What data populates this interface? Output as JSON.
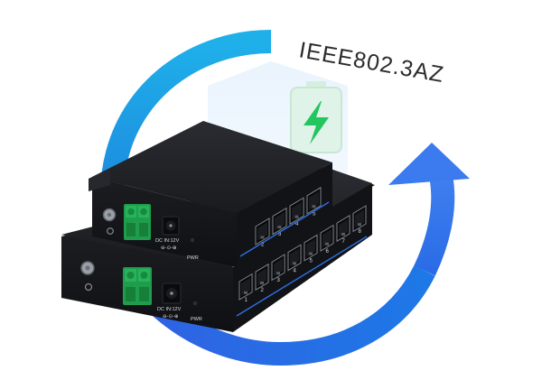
{
  "badge": {
    "text": "IEEE802.3AZ"
  },
  "colors": {
    "arc_light": "#1ea6e4",
    "arc_dark": "#2f5fe0",
    "battery_green": "#22c55e",
    "switch_body": "#141518",
    "terminal_green": "#1f9d4c"
  },
  "icons": {
    "battery": "battery-charging-icon",
    "arrow": "circular-arrow-icon"
  },
  "device_top": {
    "power_label": "DC IN:12V",
    "polarity_label": "⊖-⊙-⊕",
    "led_label": "PWR",
    "port_numbers": [
      "2",
      "3",
      "4",
      "5"
    ]
  },
  "device_bottom": {
    "power_label": "DC IN:12V",
    "polarity_label": "⊖-⊙-⊕",
    "led_label": "PWR",
    "port_numbers": [
      "1",
      "2",
      "3",
      "4",
      "5",
      "6",
      "7",
      "8"
    ]
  }
}
